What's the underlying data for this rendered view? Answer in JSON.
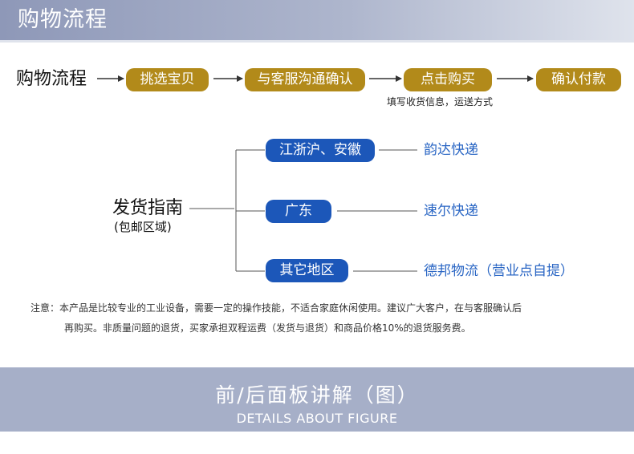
{
  "header": {
    "title": "购物流程"
  },
  "flow": {
    "label": "购物流程",
    "steps": [
      "挑选宝贝",
      "与客服沟通确认",
      "点击购买",
      "确认付款"
    ],
    "step_note": "填写收货信息，运送方式"
  },
  "shipping": {
    "label": "发货指南",
    "sublabel": "(包邮区域)",
    "regions": [
      {
        "region": "江浙沪、安徽",
        "courier": "韵达快递"
      },
      {
        "region": "广东",
        "courier": "速尔快递"
      },
      {
        "region": "其它地区",
        "courier": "德邦物流（营业点自提）"
      }
    ]
  },
  "notice": {
    "line1": "注意：本产品是比较专业的工业设备，需要一定的操作技能，不适合家庭休闲使用。建议广大客户，在与客服确认后",
    "line2": "再购买。非质量问题的退货，买家承担双程运费（发货与退货）和商品价格10%的退货服务费。"
  },
  "footer": {
    "title": "前/后面板讲解（图）",
    "subtitle": "DETAILS ABOUT FIGURE"
  },
  "colors": {
    "header_bg": "#8e98b8",
    "gold": "#b28a1a",
    "blue": "#1c57b9",
    "courier_text": "#2a66c4",
    "footer_bg": "#a6afc8"
  }
}
